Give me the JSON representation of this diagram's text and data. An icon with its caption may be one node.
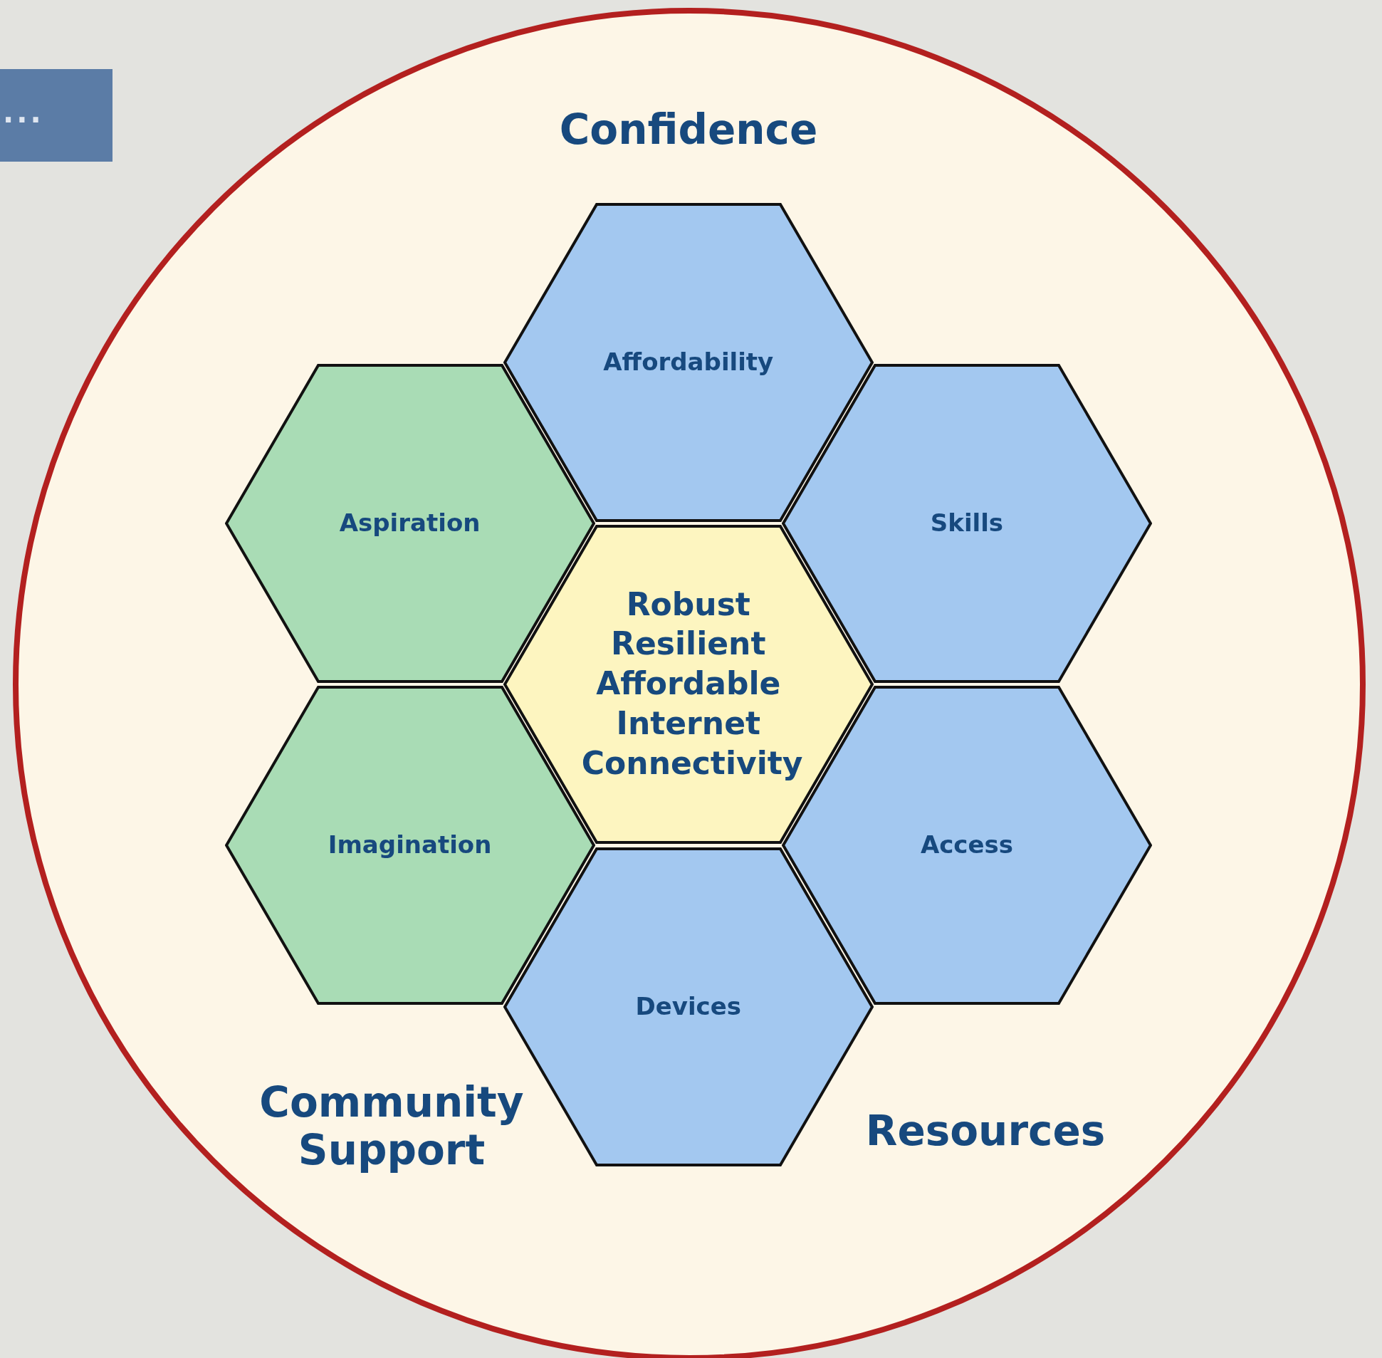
{
  "diagram": {
    "nodes": [
      {
        "text": [
          "..."
        ]
      },
      {
        "text": [
          "Confidence",
          "Community Support",
          "Resources"
        ]
      },
      {
        "text": [
          "Affordability"
        ],
        "in": 1
      },
      {
        "text": [
          "Aspiration"
        ],
        "in": 1
      },
      {
        "text": [
          "Skills"
        ],
        "in": 1
      },
      {
        "text": [
          "Robust Resilient Affordable Internet Connectivity"
        ],
        "in": 1
      },
      {
        "text": [
          "Imagination"
        ],
        "in": 1
      },
      {
        "text": [
          "Access"
        ],
        "in": 1
      },
      {
        "text": [
          "Devices"
        ],
        "in": 1
      }
    ],
    "edges": []
  }
}
